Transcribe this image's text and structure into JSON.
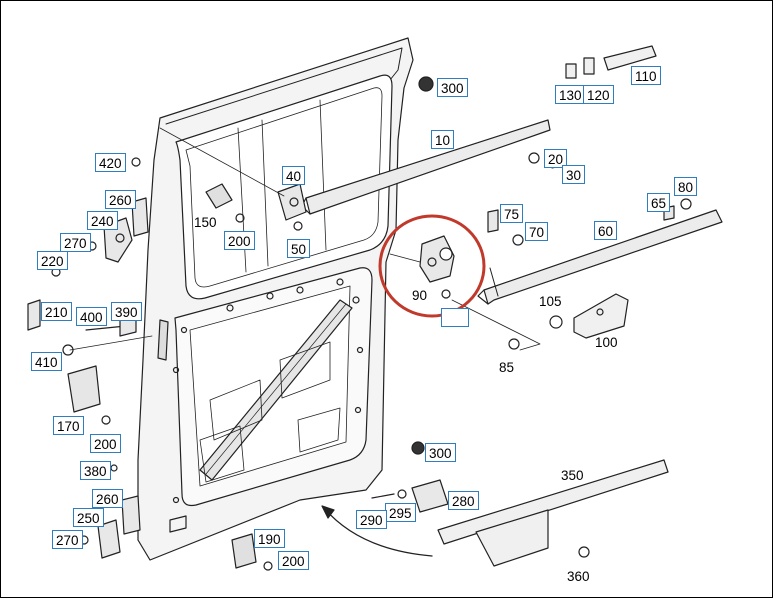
{
  "diagram": {
    "kind": "exploded parts diagram of a sliding door",
    "highlight": {
      "color": "#c0392b",
      "target_label": "90"
    },
    "callouts": [
      {
        "id": "c300a",
        "text": "300",
        "boxed": true
      },
      {
        "id": "c130",
        "text": "130",
        "boxed": true
      },
      {
        "id": "c120",
        "text": "120",
        "boxed": true
      },
      {
        "id": "c110",
        "text": "110",
        "boxed": true
      },
      {
        "id": "c10",
        "text": "10",
        "boxed": true
      },
      {
        "id": "c420",
        "text": "420",
        "boxed": true
      },
      {
        "id": "c40",
        "text": "40",
        "boxed": true
      },
      {
        "id": "c20",
        "text": "20",
        "boxed": true
      },
      {
        "id": "c30",
        "text": "30",
        "boxed": true
      },
      {
        "id": "c80",
        "text": "80",
        "boxed": true
      },
      {
        "id": "c65",
        "text": "65",
        "boxed": true
      },
      {
        "id": "c260a",
        "text": "260",
        "boxed": true
      },
      {
        "id": "c150",
        "text": "150",
        "boxed": false
      },
      {
        "id": "c75",
        "text": "75",
        "boxed": true
      },
      {
        "id": "c240",
        "text": "240",
        "boxed": true
      },
      {
        "id": "c70",
        "text": "70",
        "boxed": true
      },
      {
        "id": "c60",
        "text": "60",
        "boxed": true
      },
      {
        "id": "c200a",
        "text": "200",
        "boxed": true
      },
      {
        "id": "c270a",
        "text": "270",
        "boxed": true
      },
      {
        "id": "c50",
        "text": "50",
        "boxed": true
      },
      {
        "id": "c220",
        "text": "220",
        "boxed": true
      },
      {
        "id": "c90",
        "text": "90",
        "boxed": false
      },
      {
        "id": "c90b",
        "text": "",
        "boxed": true
      },
      {
        "id": "c105",
        "text": "105",
        "boxed": false
      },
      {
        "id": "c210",
        "text": "210",
        "boxed": true
      },
      {
        "id": "c400",
        "text": "400",
        "boxed": true
      },
      {
        "id": "c390",
        "text": "390",
        "boxed": true
      },
      {
        "id": "c100",
        "text": "100",
        "boxed": false
      },
      {
        "id": "c85",
        "text": "85",
        "boxed": false
      },
      {
        "id": "c410",
        "text": "410",
        "boxed": true
      },
      {
        "id": "c170",
        "text": "170",
        "boxed": true
      },
      {
        "id": "c200b",
        "text": "200",
        "boxed": true
      },
      {
        "id": "c300b",
        "text": "300",
        "boxed": true
      },
      {
        "id": "c380",
        "text": "380",
        "boxed": true
      },
      {
        "id": "c350",
        "text": "350",
        "boxed": false
      },
      {
        "id": "c260b",
        "text": "260",
        "boxed": true
      },
      {
        "id": "c280",
        "text": "280",
        "boxed": true
      },
      {
        "id": "c295",
        "text": "295",
        "boxed": true
      },
      {
        "id": "c290",
        "text": "290",
        "boxed": true
      },
      {
        "id": "c250",
        "text": "250",
        "boxed": true
      },
      {
        "id": "c270b",
        "text": "270",
        "boxed": true
      },
      {
        "id": "c190",
        "text": "190",
        "boxed": true
      },
      {
        "id": "c200c",
        "text": "200",
        "boxed": true
      },
      {
        "id": "c360",
        "text": "360",
        "boxed": false
      }
    ]
  }
}
